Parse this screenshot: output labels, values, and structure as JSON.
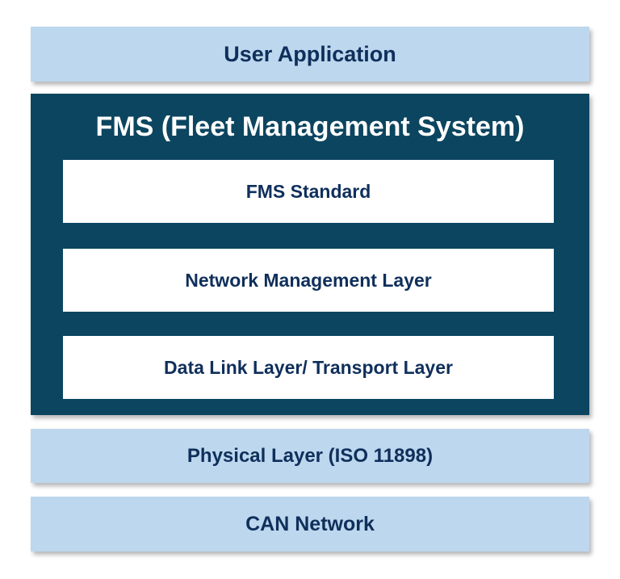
{
  "layers": {
    "user_application": "User Application",
    "fms": {
      "title": "FMS (Fleet Management System)",
      "sublayers": [
        "FMS Standard",
        "Network Management Layer",
        "Data Link Layer/ Transport Layer"
      ]
    },
    "physical": "Physical Layer (ISO 11898)",
    "can_network": "CAN Network"
  },
  "colors": {
    "light_box": "#bdd7ee",
    "dark_box": "#0c4560",
    "text_dark": "#0f2f5b",
    "text_light": "#ffffff"
  }
}
